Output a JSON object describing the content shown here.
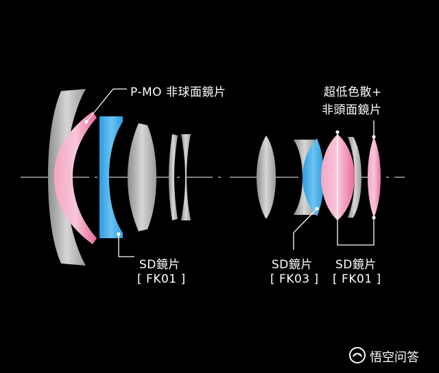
{
  "labels": {
    "pmo": "P-MO 非球面鏡片",
    "sd_left_line1": "SD鏡片",
    "sd_left_line2": "[ FK01 ]",
    "sd_mid_line1": "SD鏡片",
    "sd_mid_line2": "[ FK03 ]",
    "sd_right_line1": "SD鏡片",
    "sd_right_line2": "[ FK01 ]",
    "ud_line1": "超低色散+",
    "ud_line2": "非頭面鏡片"
  },
  "watermark": {
    "text": "悟空问答",
    "icon": "wukong-logo-icon"
  },
  "colors": {
    "background": "#000000",
    "gray_element": "#b8b8b8",
    "pink_element": "#ec6b9c",
    "blue_element": "#3fa9e6",
    "axis": "#ffffff"
  }
}
